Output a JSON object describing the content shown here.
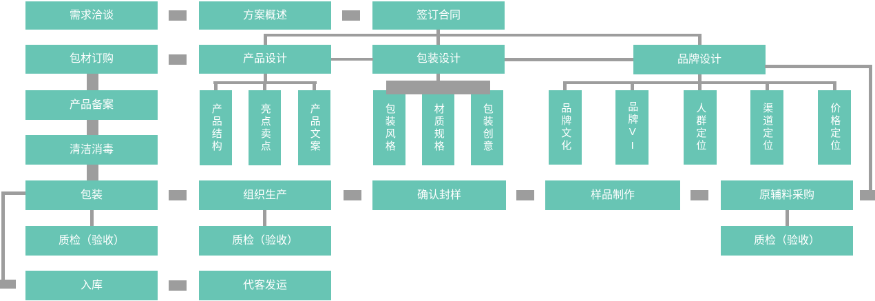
{
  "diagram": {
    "type": "flowchart",
    "colors": {
      "node_fill": "#68c5b4",
      "node_text": "#ffffff",
      "connector": "#9d9d9d",
      "background": "#ffffff"
    },
    "nodes": {
      "demand_talk": "需求洽谈",
      "plan_overview": "方案概述",
      "sign_contract": "签订合同",
      "material_order": "包材订购",
      "product_design": "产品设计",
      "package_design": "包装设计",
      "brand_design": "品牌设计",
      "product_filing": "产品备案",
      "cleaning_disinfection": "清洁消毒",
      "packing": "包装",
      "qc_acceptance_1": "质检（验收）",
      "warehouse_in": "入库",
      "organize_production": "组织生产",
      "qc_acceptance_2": "质检（验收）",
      "consignment_shipping": "代客发运",
      "confirm_sealed_sample": "确认封样",
      "sample_making": "样品制作",
      "raw_auxiliary_purchase": "原辅料采购",
      "qc_acceptance_3": "质检（验收）",
      "product_structure": "产品结构",
      "highlight_selling_points": "亮点卖点",
      "product_copywriting": "产品文案",
      "package_style": "包装风格",
      "material_spec": "材质规格",
      "package_creativity": "包装创意",
      "brand_culture": "品牌文化",
      "brand_vi": "品牌VI",
      "audience_positioning": "人群定位",
      "channel_positioning": "渠道定位",
      "price_positioning": "价格定位"
    }
  }
}
